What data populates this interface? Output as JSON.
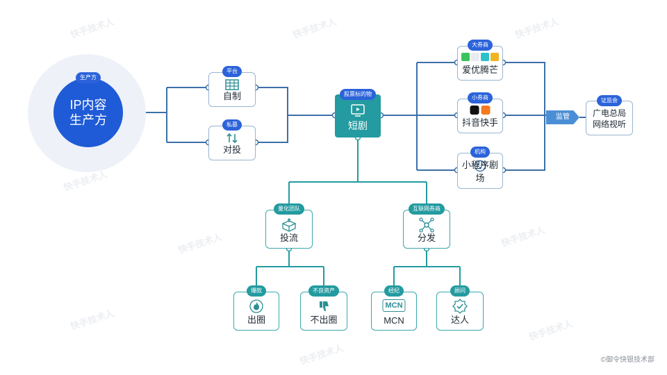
{
  "producer": {
    "tag": "生产方",
    "line1": "IP内容",
    "line2": "生产方"
  },
  "platform": {
    "tag": "平台",
    "label": "自制"
  },
  "private": {
    "tag": "私募",
    "label": "对投"
  },
  "center": {
    "tag": "股票标的物",
    "label": "短剧"
  },
  "big_broker": {
    "tag": "大券商",
    "label": "爱优腾芒"
  },
  "small_broker": {
    "tag": "小券商",
    "label": "抖音快手"
  },
  "institution": {
    "tag": "机构",
    "label": "小程序剧场"
  },
  "quant": {
    "tag": "量化团队",
    "label": "投流"
  },
  "internet_broker": {
    "tag": "互联网券商",
    "label": "分发"
  },
  "hit": {
    "tag": "爆款",
    "label": "出圈"
  },
  "bad_asset": {
    "tag": "不良资产",
    "label": "不出圈"
  },
  "broker_agent": {
    "tag": "经纪",
    "label": "MCN",
    "icon_text": "MCN"
  },
  "advisor": {
    "tag": "顾问",
    "label": "达人"
  },
  "regulator": {
    "tag": "证监会",
    "line1": "广电总局",
    "line2": "网络视听"
  },
  "supervision": {
    "label": "监管"
  },
  "watermark": "快手技术人",
  "source": "©御令快银技术部",
  "colors": {
    "blue": "#1f5bd6",
    "teal": "#239ba0",
    "line": "#3b6fa8"
  }
}
